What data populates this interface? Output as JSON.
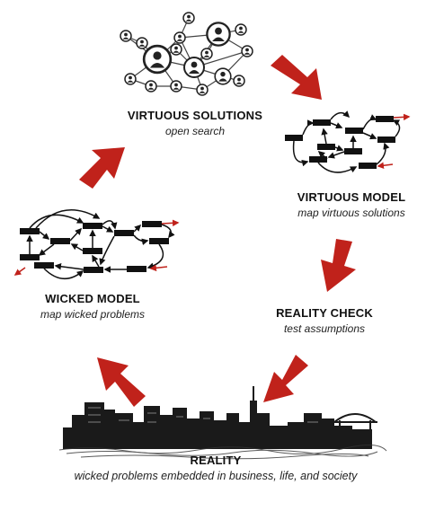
{
  "stages": {
    "virtuous_solutions": {
      "title": "VIRTUOUS SOLUTIONS",
      "subtitle": "open search"
    },
    "virtuous_model": {
      "title": "VIRTUOUS MODEL",
      "subtitle": "map virtuous solutions"
    },
    "reality_check": {
      "title": "REALITY CHECK",
      "subtitle": "test assumptions"
    },
    "wicked_model": {
      "title": "WICKED MODEL",
      "subtitle": "map wicked problems"
    },
    "reality": {
      "title": "REALITY",
      "subtitle": "wicked problems embedded in business, life, and society"
    }
  },
  "icons": {
    "network": "people-network-icon",
    "model": "flow-model-icon",
    "skyline": "city-skyline-icon",
    "cycle_arrow": "cycle-arrow-icon"
  },
  "colors": {
    "arrow": "#c0221b",
    "ink": "#111111",
    "accent_arrow": "#c0221b"
  }
}
